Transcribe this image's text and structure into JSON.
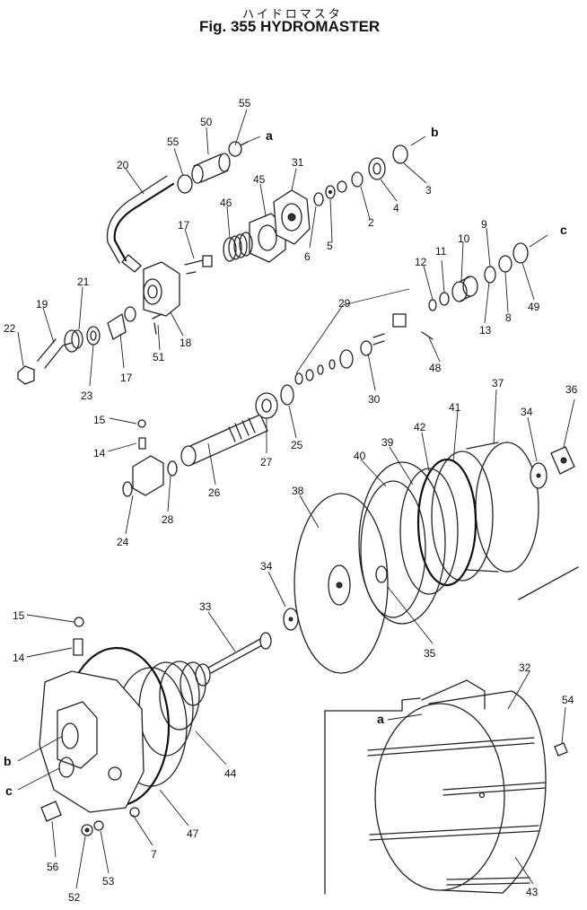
{
  "title_jp": "ハイドロマスタ",
  "title": "Fig. 355 HYDROMASTER",
  "labels": {
    "n55a": "55",
    "n50": "50",
    "n55b": "55",
    "n20": "20",
    "n31": "31",
    "n45": "45",
    "n46": "46",
    "n17a": "17",
    "n6": "6",
    "n5": "5",
    "n2": "2",
    "n4": "4",
    "n3": "3",
    "n21": "21",
    "n19": "19",
    "n22": "22",
    "n23": "23",
    "n17b": "17",
    "n51": "51",
    "n18": "18",
    "n12": "12",
    "n11": "11",
    "n10": "10",
    "n9": "9",
    "n13": "13",
    "n8": "8",
    "n49": "49",
    "n29": "29",
    "n48": "48",
    "n30": "30",
    "n15a": "15",
    "n14a": "14",
    "n27": "27",
    "n25": "25",
    "n26": "26",
    "n28": "28",
    "n24": "24",
    "n37": "37",
    "n36": "36",
    "n41": "41",
    "n34a": "34",
    "n42": "42",
    "n39": "39",
    "n40": "40",
    "n38": "38",
    "n34b": "34",
    "n35": "35",
    "n33": "33",
    "n15b": "15",
    "n14b": "14",
    "n44": "44",
    "n47": "47",
    "n7": "7",
    "n56": "56",
    "n52": "52",
    "n53": "53",
    "n32": "32",
    "n54": "54",
    "n43": "43"
  },
  "refs": {
    "a_top": "a",
    "b_top": "b",
    "c_top": "c",
    "a_low": "a",
    "b_low": "b",
    "c_low": "c"
  }
}
